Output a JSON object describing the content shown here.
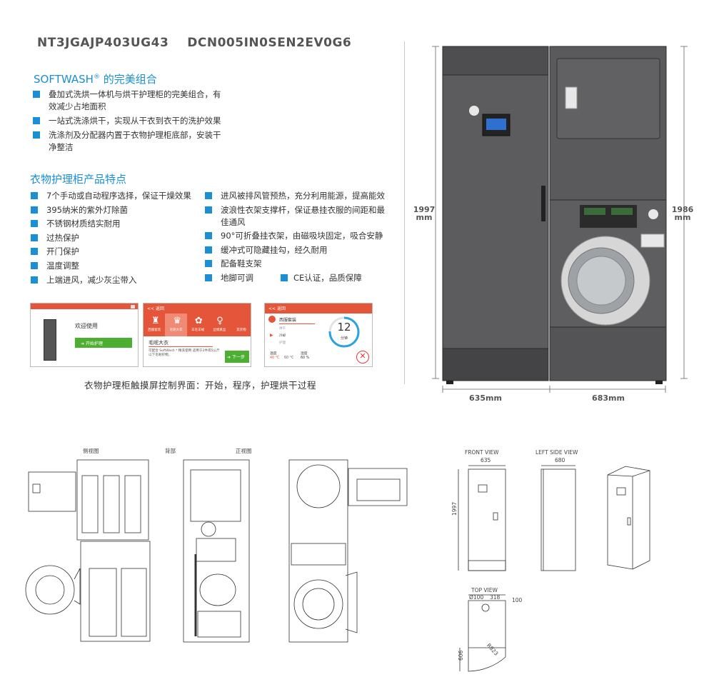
{
  "header": {
    "model_a": "NT3JGAJP403UG43",
    "model_b": "DCN005IN0SEN2EV0G6"
  },
  "combo": {
    "title_brand": "SOFTWASH",
    "title_reg": "®",
    "title_rest": " 的完美组合",
    "items": [
      "叠加式洗烘一体机与烘干护理柜的完美组合，有效减少占地面积",
      "一站式洗涤烘干，实现从干衣到衣干的洗护效果",
      "洗涤剂及分配器内置于衣物护理柜底部，安装干净整洁"
    ]
  },
  "features": {
    "title": "衣物护理柜产品特点",
    "left": [
      "7个手动或自动程序选择，保证干燥效果",
      "395纳米的紫外灯除菌",
      "不锈钢材质结实耐用",
      "过热保护",
      "开门保护",
      "温度调整",
      "上端进风，减少灰尘带入"
    ],
    "right": [
      "进风被排风管预热，充分利用能源，提高能效",
      "波浪性衣架支撑杆，保证悬挂衣服的间距和最佳通风",
      "90°可折叠挂衣架，由磁吸块固定，吸合安静",
      "缓冲式可隐藏挂勾，经久耐用",
      "配备鞋支架",
      "地脚可调"
    ],
    "extra": "CE认证，品质保障"
  },
  "screens": {
    "s1": {
      "welcome": "欢迎使用",
      "start": "开始护理"
    },
    "s2": {
      "back": "<< 返回",
      "tabs": [
        "西服套装",
        "毛呢大衣",
        "羊毛羊绒",
        "丝绸真丝",
        "其衣物"
      ],
      "selected": "毛呢大衣",
      "desc": "可配合 SoftWash * 精洗使用 适用于2件或5公斤以下毛呢织物。",
      "next": "下一步"
    },
    "s3": {
      "back": "<< 返回",
      "program": "西服套装",
      "opt1": "烘干",
      "opt2": "冷却",
      "opt3": "护理",
      "temp_label": "温度",
      "temp_value": "40 °C",
      "temp_alt": "60 °C",
      "hum_label": "湿度",
      "hum_value": "60 %",
      "minutes": "12",
      "minutes_unit": "分钟"
    },
    "caption": "衣物护理柜触摸屏控制界面：开始，程序，护理烘干过程"
  },
  "dimensions": {
    "left_height": "1997",
    "right_height": "1986",
    "unit": "mm",
    "left_width": "635mm",
    "right_width": "683mm"
  },
  "drawings": {
    "side_label": "侧视图",
    "back_label": "背部",
    "front_label": "正视图",
    "front_view": "FRONT VIEW",
    "front_width": "635",
    "front_height": "1997",
    "left_side_view": "LEFT SIDE VIEW",
    "side_width": "680",
    "top_view": "TOP VIEW",
    "top_d": "Ø100",
    "top_w": "318",
    "top_r": "100",
    "top_radius": "R823",
    "top_depth": "606"
  },
  "colors": {
    "accent": "#1a8fd6",
    "cabinet": "#5b5b5d",
    "screen_header": "#e4553a",
    "button": "#4caf32"
  }
}
